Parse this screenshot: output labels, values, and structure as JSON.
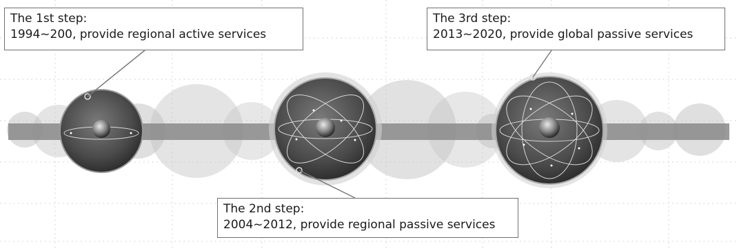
{
  "steps": [
    {
      "title": "The 1st step:",
      "description": "1994~200, provide regional active services"
    },
    {
      "title": "The 2nd step:",
      "description": "2004~2012, provide regional passive services"
    },
    {
      "title": "The 3rd step:",
      "description": "2013~2020, provide global passive services"
    }
  ],
  "colors": {
    "band": "#8a8a8a",
    "bubble": "#c4c4c4",
    "sphere_dark": "#3a3a3a",
    "sphere_mid": "#6f6f6f",
    "orbit": "#d8d8d8",
    "grid": "#bdbdbd",
    "callout_border": "#6e6e6e"
  }
}
